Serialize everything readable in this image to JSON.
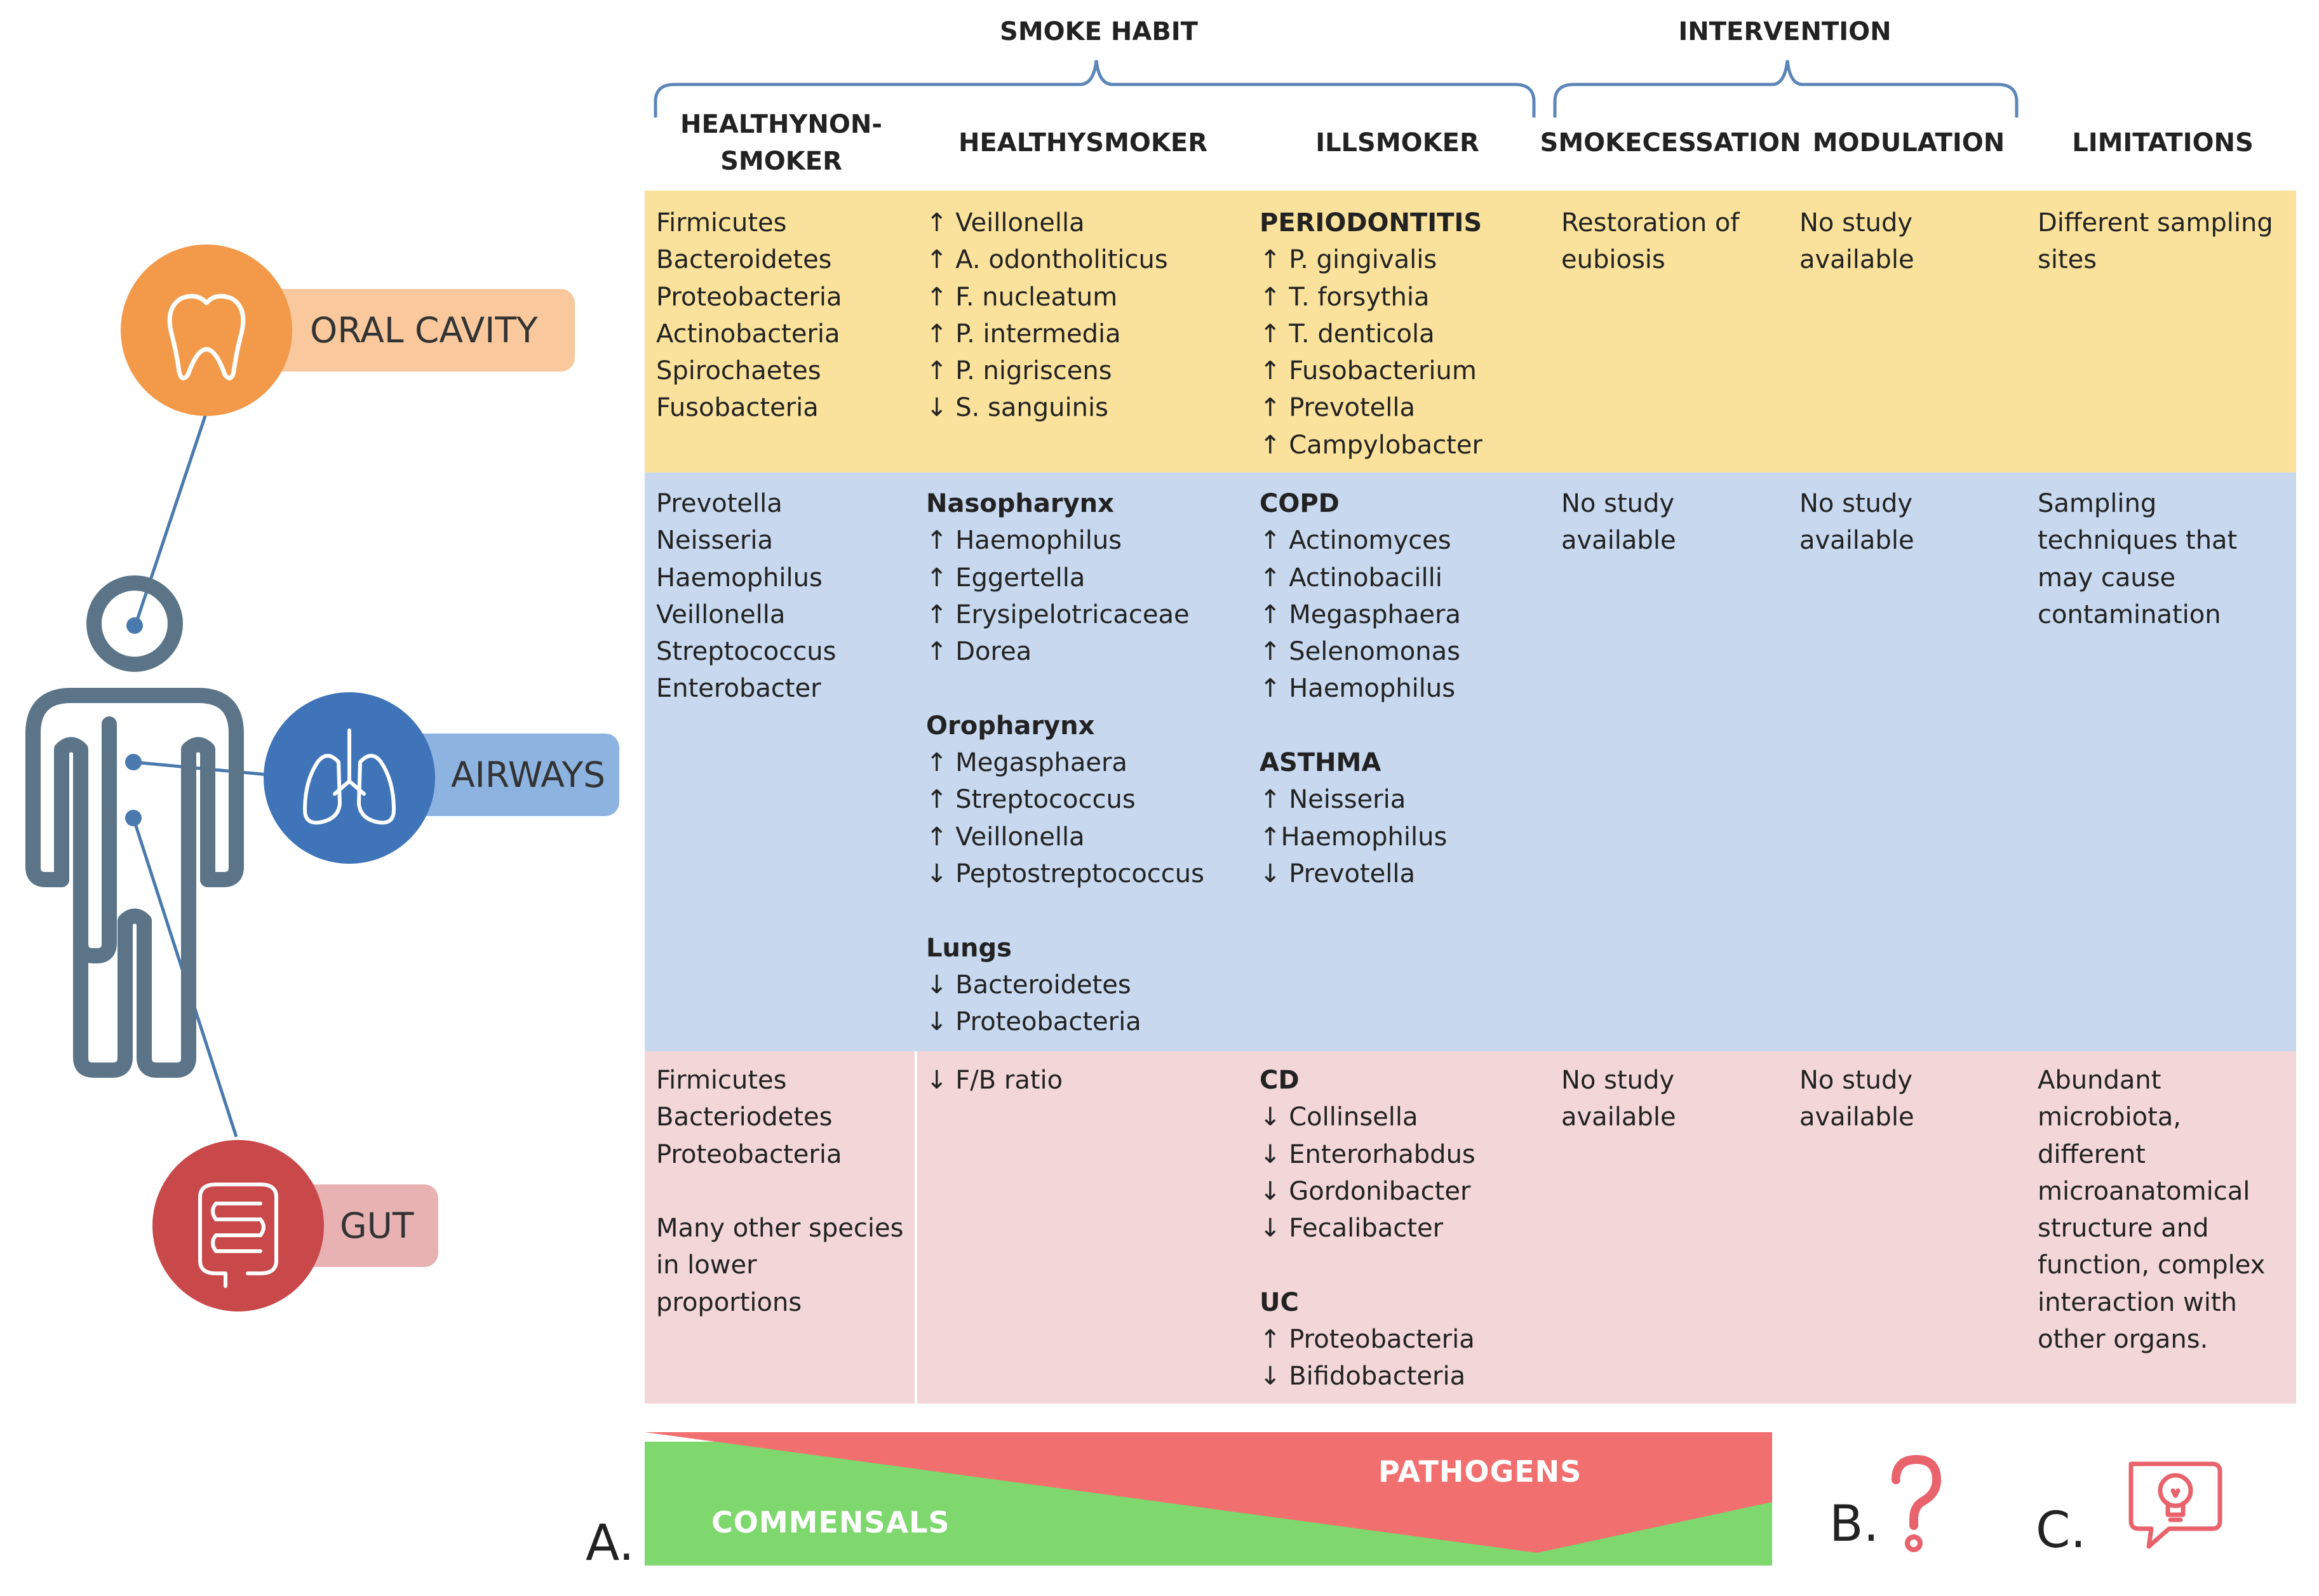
{
  "header": {
    "group_smoke_habit": "SMOKE HABIT",
    "group_intervention": "INTERVENTION",
    "columns": [
      [
        "HEALTHY",
        "NON-SMOKER"
      ],
      [
        "HEALTHY",
        "SMOKER"
      ],
      [
        "ILL",
        "SMOKER"
      ],
      [
        "SMOKE",
        "CESSATION"
      ],
      [
        "MODULATION"
      ],
      [
        "LIMITATIONS"
      ]
    ]
  },
  "body_sites": {
    "oral_cavity": "ORAL CAVITY",
    "airways": "AIRWAYS",
    "gut": "GUT"
  },
  "colors": {
    "oral_band": "#fbe29c",
    "airways_band": "#c7d8ef",
    "gut_band": "#f3d7d8",
    "oral_accent": "#f29a4a",
    "airways_accent": "#3f74b8",
    "gut_accent": "#c9484a",
    "commensals": "#7ed86e",
    "pathogens": "#f26f6f",
    "body_outline": "#5b7488"
  },
  "rows": {
    "oral": {
      "healthy_non_smoker": [
        "Firmicutes",
        "Bacteroidetes",
        "Proteobacteria",
        "Actinobacteria",
        "Spirochaetes",
        "Fusobacteria"
      ],
      "healthy_smoker": [
        "↑ Veillonella",
        "↑ A. odontholiticus",
        "↑ F. nucleatum",
        "↑ P. intermedia",
        "↑ P. nigriscens",
        "↓ S. sanguinis"
      ],
      "ill_smoker": [
        "PERIODONTITIS",
        "↑ P. gingivalis",
        "↑ T. forsythia",
        "↑ T. denticola",
        "↑ Fusobacterium",
        "↑ Prevotella",
        "↑ Campylobacter"
      ],
      "smoke_cessation": [
        "Restoration of",
        "eubiosis"
      ],
      "modulation": [
        "No study",
        "available"
      ],
      "limitations": [
        "Different sampling",
        "sites"
      ]
    },
    "airways": {
      "healthy_non_smoker": [
        "Prevotella",
        "Neisseria",
        "Haemophilus",
        "Veillonella",
        "Streptococcus",
        "Enterobacter"
      ],
      "healthy_smoker": [
        "Nasopharynx",
        "↑ Haemophilus",
        "↑ Eggertella",
        "↑ Erysipelotricaceae",
        "↑ Dorea",
        "",
        "Oropharynx",
        "↑ Megasphaera",
        "↑ Streptococcus",
        "↑ Veillonella",
        "↓ Peptostreptococcus",
        "",
        "Lungs",
        "↓ Bacteroidetes",
        "↓ Proteobacteria"
      ],
      "ill_smoker": [
        "COPD",
        "↑ Actinomyces",
        "↑ Actinobacilli",
        "↑ Megasphaera",
        "↑ Selenomonas",
        "↑ Haemophilus",
        "",
        "ASTHMA",
        "↑ Neisseria",
        "↑Haemophilus",
        "↓ Prevotella"
      ],
      "smoke_cessation": [
        "No study",
        "available"
      ],
      "modulation": [
        "No study",
        "available"
      ],
      "limitations": [
        "Sampling",
        "techniques that",
        "may cause",
        "contamination"
      ]
    },
    "gut": {
      "healthy_non_smoker": [
        "Firmicutes",
        "Bacteriodetes",
        "Proteobacteria",
        "",
        "Many other species",
        "in lower",
        "proportions"
      ],
      "healthy_smoker": [
        "↓ F/B ratio"
      ],
      "ill_smoker": [
        "CD",
        "↓ Collinsella",
        "↓ Enterorhabdus",
        "↓ Gordonibacter",
        "↓ Fecalibacter",
        "",
        "UC",
        "↑ Proteobacteria",
        "↓ Bifidobacteria"
      ],
      "smoke_cessation": [
        "No study",
        "available"
      ],
      "modulation": [
        "No study",
        "available"
      ],
      "limitations": [
        "Abundant",
        "microbiota,",
        "different",
        "microanatomical",
        "structure and",
        "function, complex",
        "interaction with",
        "other organs."
      ]
    }
  },
  "bottom": {
    "label_a": "A.",
    "label_b": "B.",
    "label_c": "C.",
    "commensals": "COMMENSALS",
    "pathogens": "PATHOGENS"
  },
  "icons": {
    "oral": "tooth-icon",
    "airways": "lungs-icon",
    "gut": "intestine-icon",
    "b": "question-mark-icon",
    "c": "lightbulb-speech-icon",
    "body": "human-body-icon"
  }
}
